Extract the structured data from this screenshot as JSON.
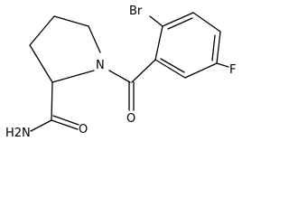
{
  "structure": {
    "atoms": {
      "bromine": "Br",
      "nitrogen": "N",
      "fluorine": "F",
      "carbonyl_oxygen": "O",
      "amide_oxygen": "O",
      "amide_nitrogen": "H2N"
    },
    "colors": {
      "ink": "#000000",
      "background": "#ffffff"
    }
  }
}
